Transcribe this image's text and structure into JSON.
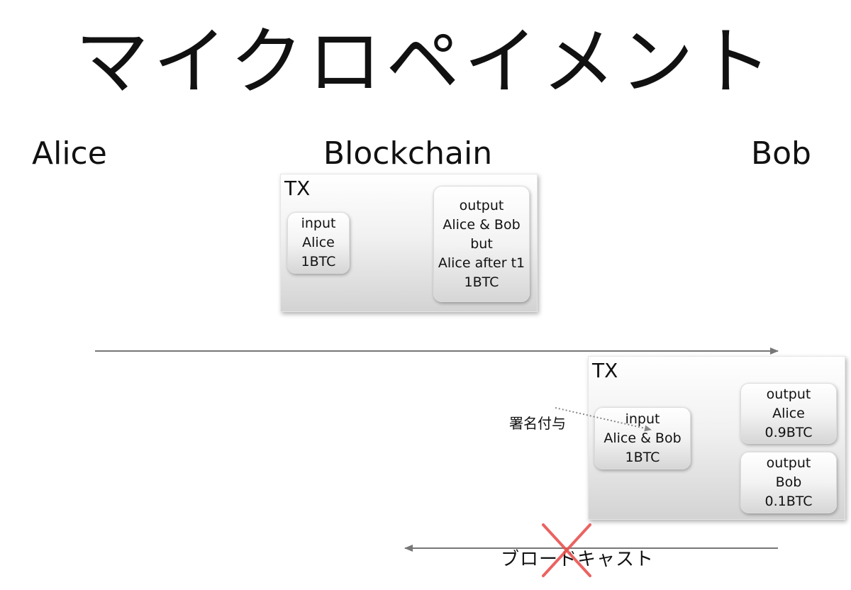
{
  "title": "マイクロペイメント",
  "columns": {
    "alice": "Alice",
    "blockchain": "Blockchain",
    "bob": "Bob"
  },
  "tx1": {
    "label": "TX",
    "input": [
      "input",
      "Alice",
      "1BTC"
    ],
    "output": [
      "output",
      "Alice & Bob",
      "but",
      "Alice after t1",
      "1BTC"
    ]
  },
  "tx2": {
    "label": "TX",
    "input": [
      "input",
      "Alice & Bob",
      "1BTC"
    ],
    "outputs": [
      [
        "output",
        "Alice",
        "0.9BTC"
      ],
      [
        "output",
        "Bob",
        "0.1BTC"
      ]
    ]
  },
  "annotations": {
    "sign": "署名付与",
    "broadcast": "ブロードキャスト"
  },
  "colors": {
    "arrow": "#777777",
    "cross": "#e8534f"
  }
}
